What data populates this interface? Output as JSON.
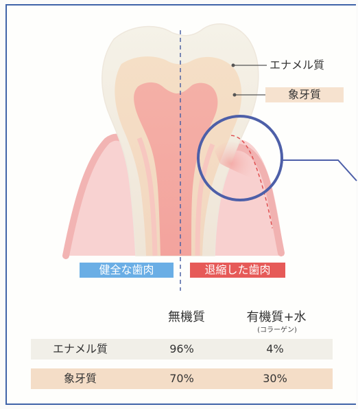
{
  "labels": {
    "enamel": "エナメル質",
    "dentin": "象牙質",
    "healthy_gum": "健全な歯肉",
    "receded_gum": "退縮した歯肉"
  },
  "table": {
    "headers": [
      "無機質",
      "有機質+水"
    ],
    "subnote": "(コラーゲン)",
    "rows": [
      {
        "name": "エナメル質",
        "inorganic": "96%",
        "organic_water": "4%"
      },
      {
        "name": "象牙質",
        "inorganic": "70%",
        "organic_water": "30%"
      }
    ]
  },
  "colors": {
    "frame": "#3f63a8",
    "healthy_tag": "#6aaee5",
    "receded_tag": "#e65a58",
    "enamel": "#f1efe3",
    "dentin": "#f4ddc2",
    "pulp": "#f4a59f",
    "gum": "#f6c8c7",
    "magnifier": "#4d5fa8"
  }
}
